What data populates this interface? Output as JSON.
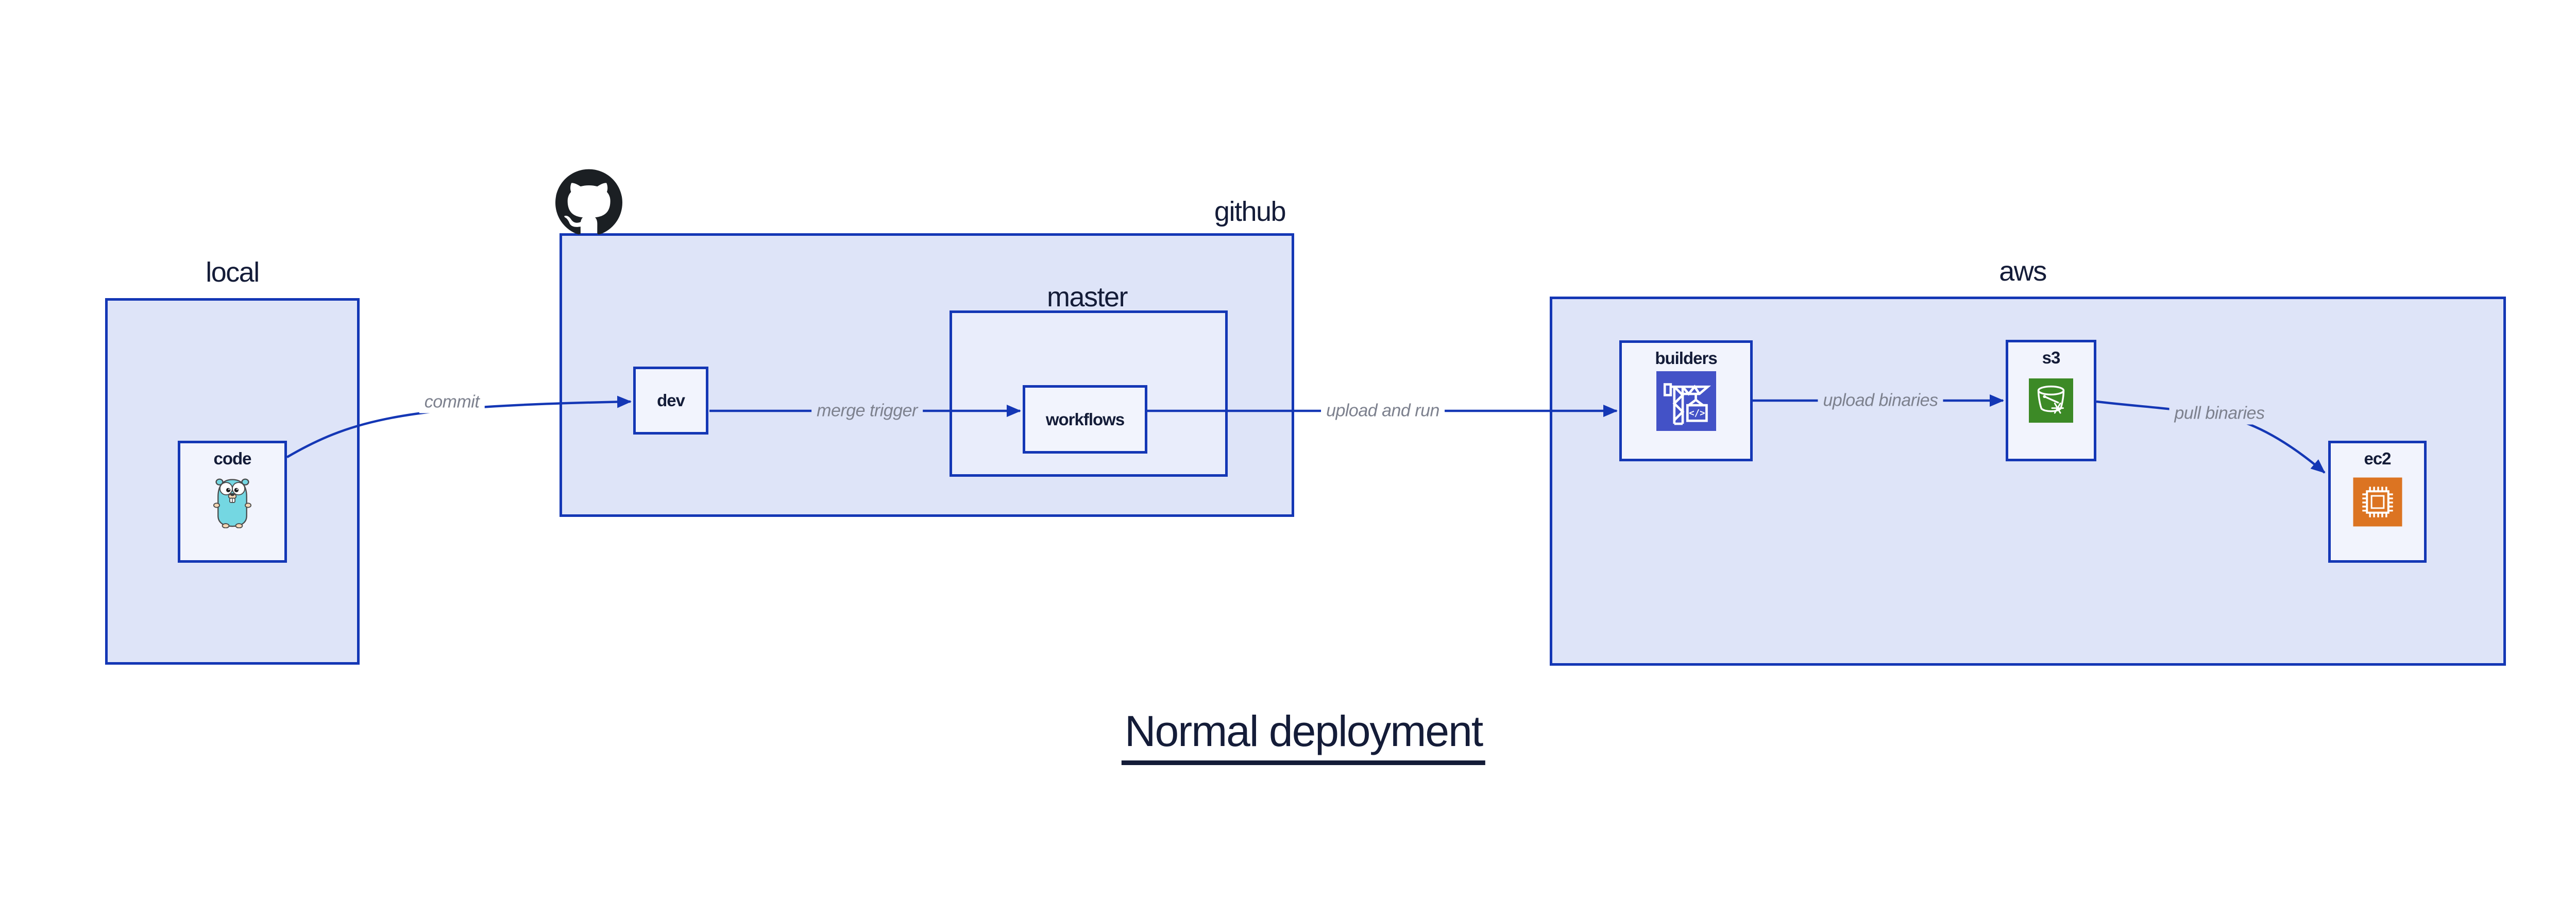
{
  "diagram_title": "Normal deployment",
  "groups": {
    "local": {
      "label": "local"
    },
    "github": {
      "label": "github"
    },
    "master": {
      "label": "master"
    },
    "aws": {
      "label": "aws"
    }
  },
  "nodes": {
    "code": {
      "label": "code",
      "icon": "go-gopher"
    },
    "dev": {
      "label": "dev"
    },
    "workflows": {
      "label": "workflows"
    },
    "builders": {
      "label": "builders",
      "icon": "aws-codebuild-crane",
      "icon_glyph": "</>"
    },
    "s3": {
      "label": "s3",
      "icon": "aws-s3-bucket"
    },
    "ec2": {
      "label": "ec2",
      "icon": "aws-ec2-chip"
    }
  },
  "edges": {
    "commit": {
      "label": "commit",
      "from": "code",
      "to": "dev"
    },
    "merge_trigger": {
      "label": "merge trigger",
      "from": "dev",
      "to": "workflows"
    },
    "upload_and_run": {
      "label": "upload and run",
      "from": "workflows",
      "to": "builders"
    },
    "upload_binaries": {
      "label": "upload binaries",
      "from": "builders",
      "to": "s3"
    },
    "pull_binaries": {
      "label": "pull binaries",
      "from": "s3",
      "to": "ec2"
    }
  },
  "colors": {
    "border_blue": "#1437b5",
    "group_fill": "#dee4f8",
    "master_fill": "#e9edfb",
    "node_fill": "#f2f4fd",
    "text_navy": "#141c38",
    "edge_label_gray": "#7d818e",
    "codebuild_bg": "#4352c7",
    "s3_bg": "#3c8a26",
    "ec2_bg": "#dc7422",
    "github_black": "#1b1f23"
  }
}
